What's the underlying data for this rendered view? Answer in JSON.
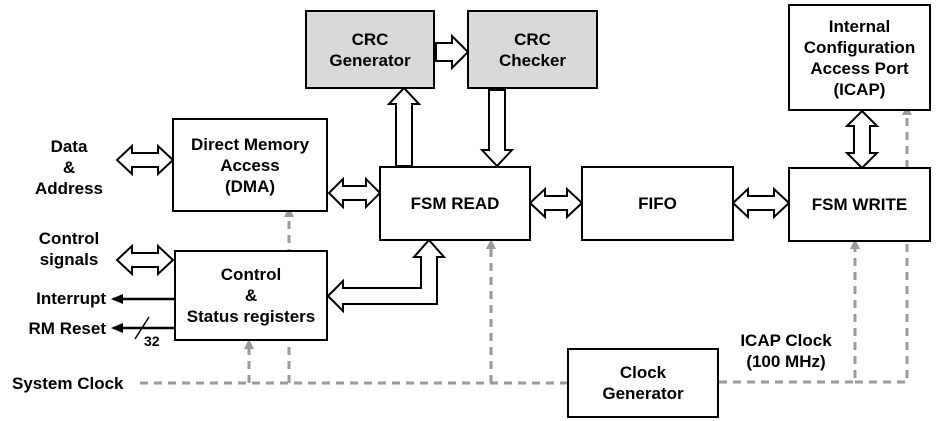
{
  "blocks": {
    "crc_generator": "CRC\nGenerator",
    "crc_checker": "CRC\nChecker",
    "icap": "Internal\nConfiguration\nAccess Port\n(ICAP)",
    "dma": "Direct Memory\nAccess\n(DMA)",
    "fsm_read": "FSM READ",
    "fifo": "FIFO",
    "fsm_write": "FSM WRITE",
    "control_status": "Control\n&\nStatus registers",
    "clock_generator": "Clock\nGenerator"
  },
  "labels": {
    "data_address": "Data\n&\nAddress",
    "control_signals": "Control\nsignals",
    "interrupt": "Interrupt",
    "rm_reset": "RM Reset",
    "bus_width": "32",
    "system_clock": "System Clock",
    "icap_clock": "ICAP Clock\n(100 MHz)"
  },
  "colors": {
    "crc_fill": "#d9d9d9",
    "clock_line": "#9a9a9a"
  }
}
